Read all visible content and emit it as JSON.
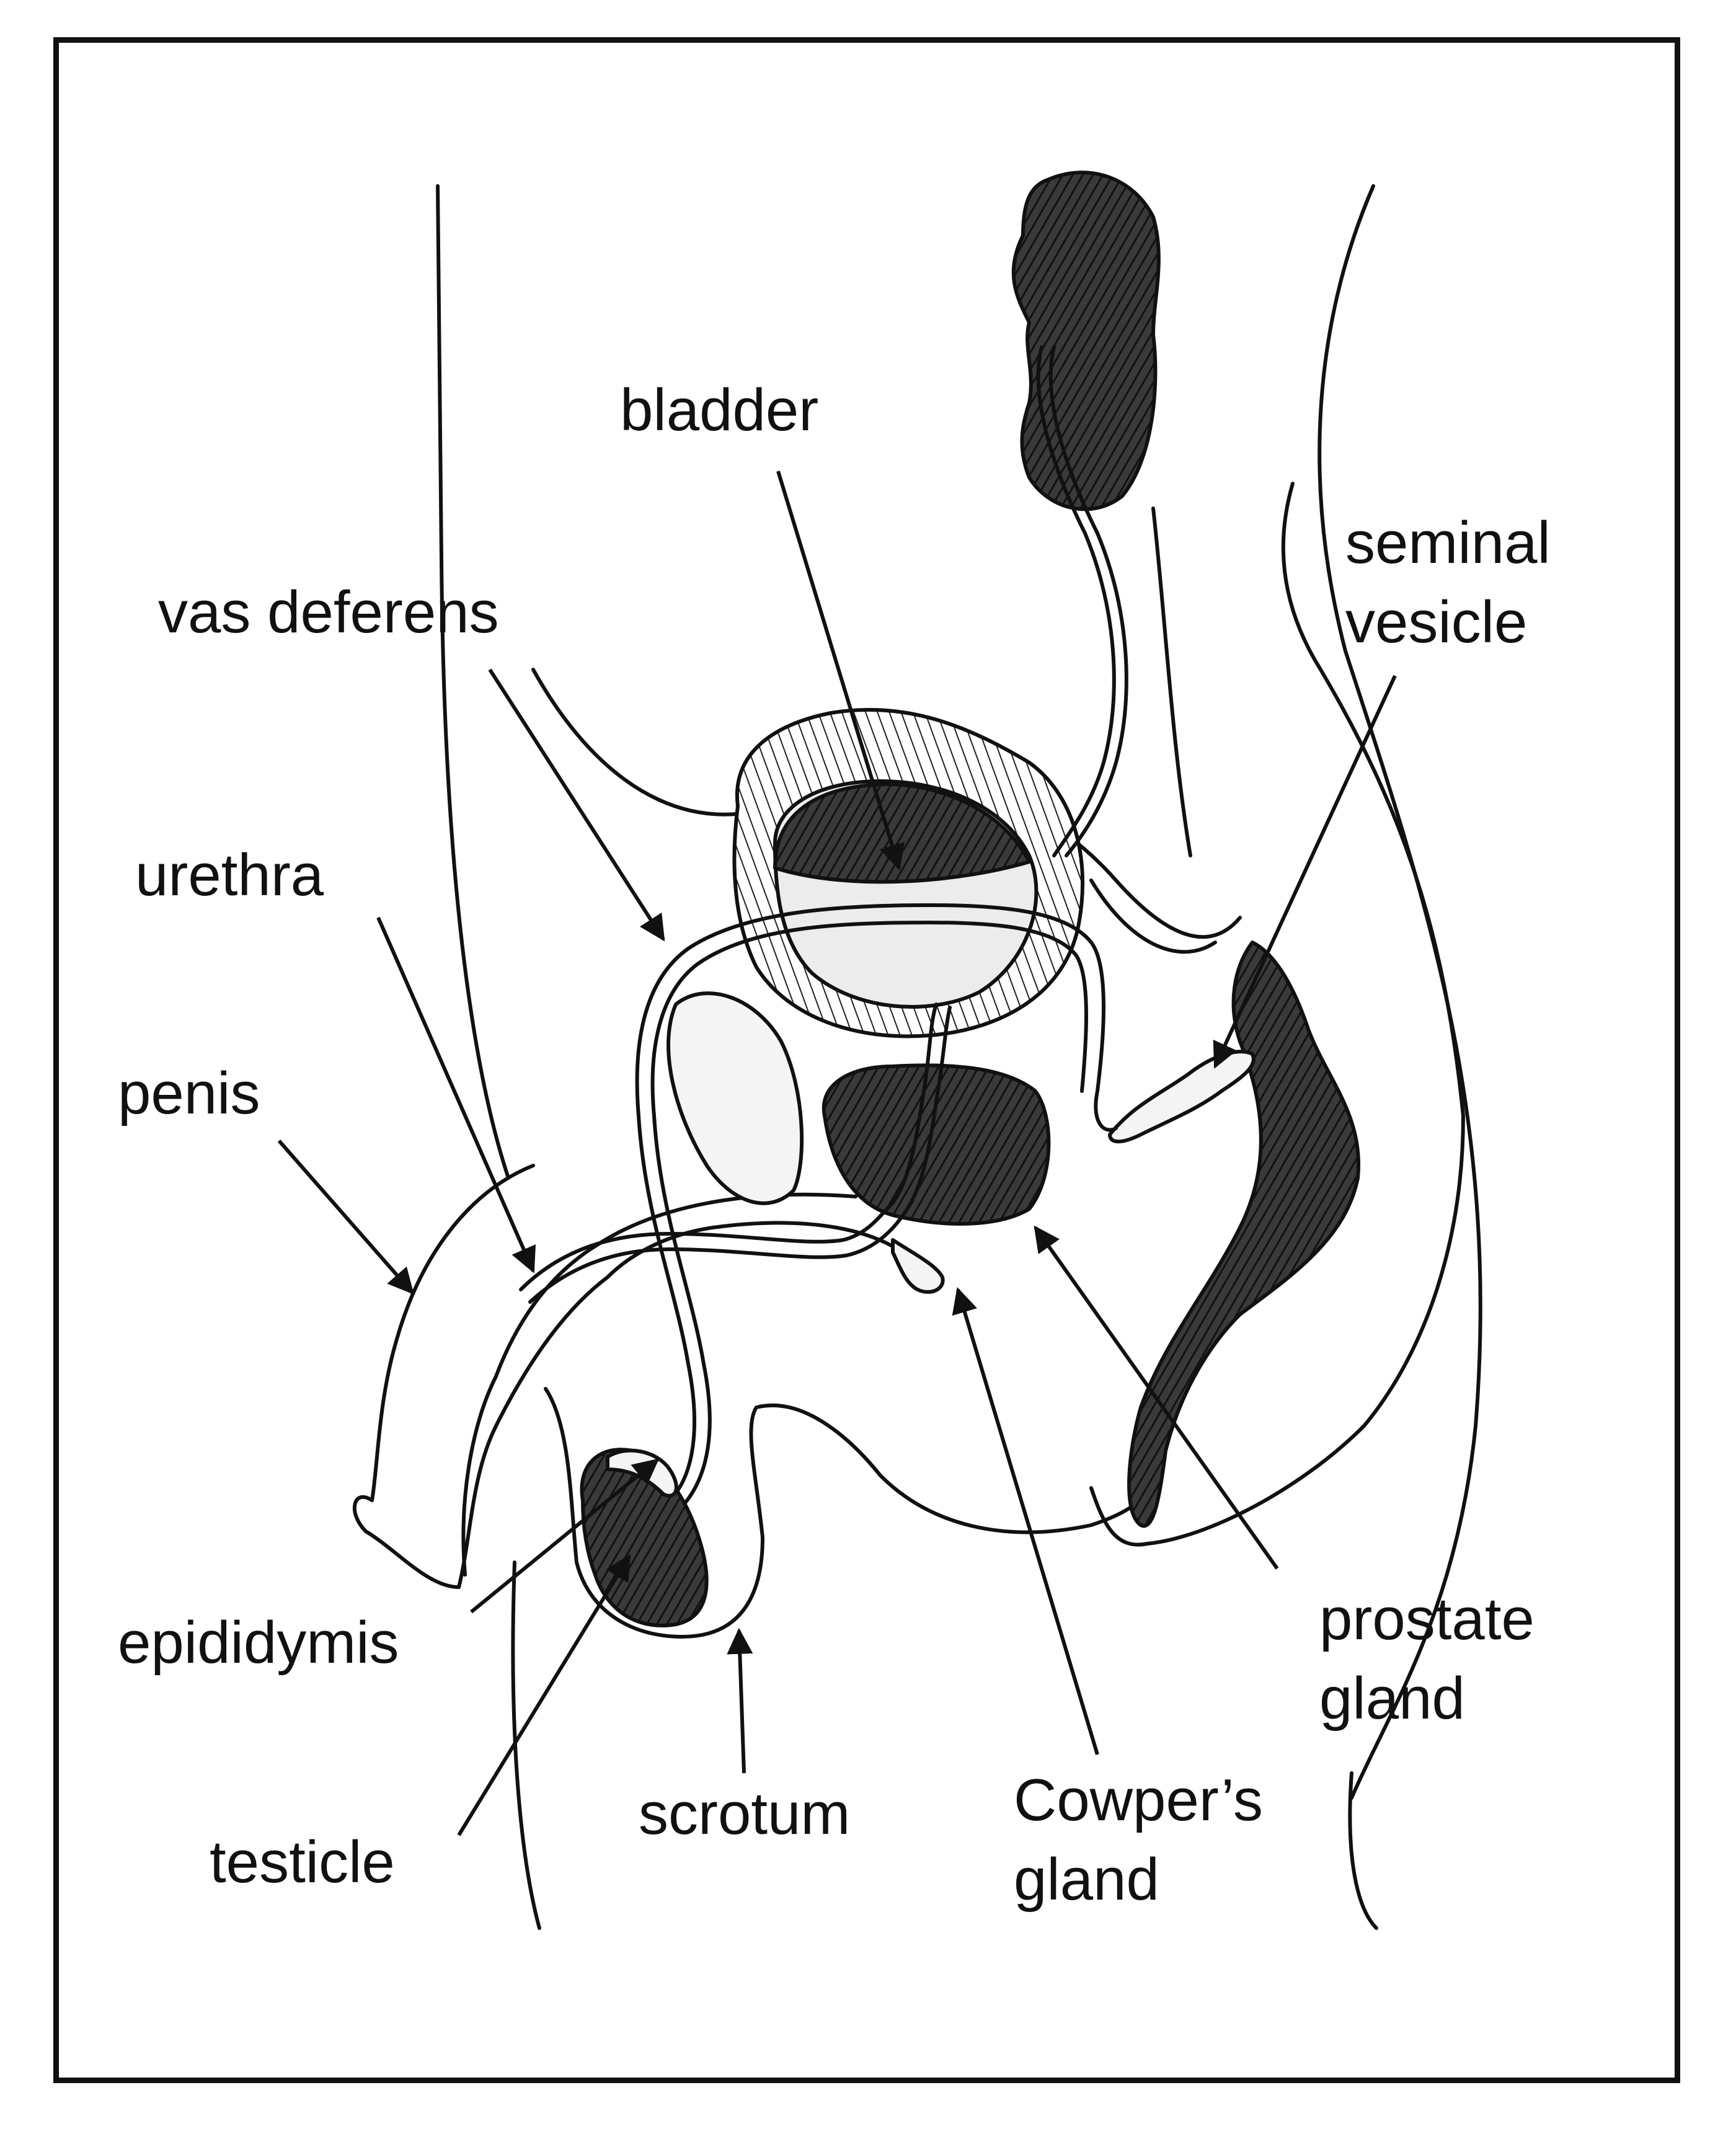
{
  "diagram": {
    "labels": {
      "bladder": "bladder",
      "seminal_vesicle_line1": "seminal",
      "seminal_vesicle_line2": "vesicle",
      "vas_deferens": "vas deferens",
      "urethra": "urethra",
      "penis": "penis",
      "epididymis": "epididymis",
      "testicle": "testicle",
      "scrotum": "scrotum",
      "cowpers_gland_line1": "Cowper’s",
      "cowpers_gland_line2": "gland",
      "prostate_gland_line1": "prostate",
      "prostate_gland_line2": "gland"
    },
    "colors": {
      "ink": "#111111",
      "dark_fill": "#3a3a3a",
      "light_fill": "#e6e6e6",
      "background": "#ffffff"
    }
  }
}
